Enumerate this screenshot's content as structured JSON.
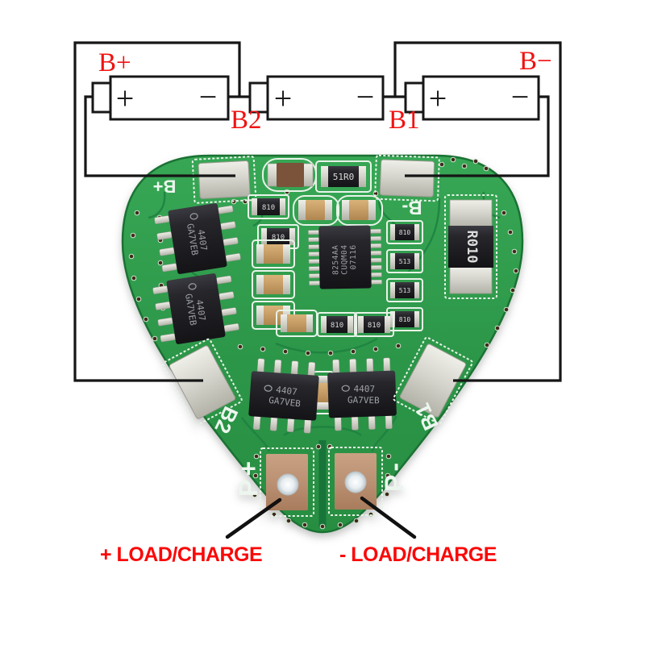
{
  "annotations": {
    "battery_plus": "B+",
    "battery_minus": "B−",
    "cell_tap_b2": "B2",
    "cell_tap_b1": "B1",
    "load_plus": "+ LOAD/CHARGE",
    "load_minus": "- LOAD/CHARGE"
  },
  "battery_symbols": {
    "plus": "+",
    "minus": "−"
  },
  "pcb": {
    "silkscreen_labels": {
      "b_plus": "B+",
      "b_minus": "B-",
      "b2": "B2",
      "b1": "B1",
      "p_plus": "P+",
      "p_minus": "P-"
    },
    "main_ic": {
      "line1": "8254AA",
      "line2": "CUQM04",
      "line3": "07116"
    },
    "mosfet": {
      "line1": "4407",
      "line2": "GA7VEB"
    },
    "shunt_resistor_label": "R010",
    "resistor_labels": {
      "r1": "51R0",
      "r2": "810",
      "r3": "513"
    }
  },
  "colors": {
    "annotation_red": "#f01212",
    "load_red": "#fa0808",
    "wire_black": "#161616",
    "board_green": "#2f9b4c",
    "silkscreen_white": "#edf6ee",
    "pad_silver": "#cfcfc8",
    "pad_copper": "#bb9478",
    "chip_black": "#26262b"
  }
}
